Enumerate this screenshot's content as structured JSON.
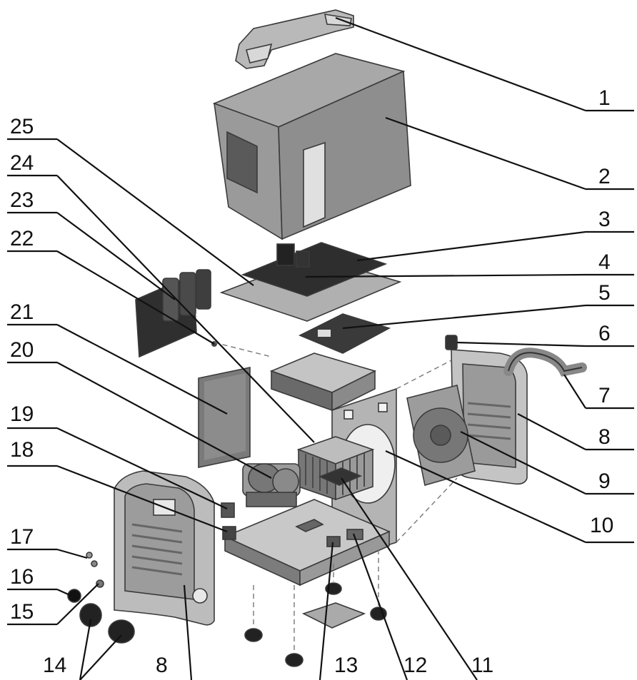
{
  "diagram": {
    "type": "exploded-view",
    "callouts": [
      "1",
      "2",
      "3",
      "4",
      "5",
      "6",
      "7",
      "8",
      "9",
      "10",
      "11",
      "12",
      "13",
      "14",
      "15",
      "16",
      "17",
      "18",
      "19",
      "20",
      "21",
      "22",
      "23",
      "24",
      "25",
      "8"
    ]
  }
}
